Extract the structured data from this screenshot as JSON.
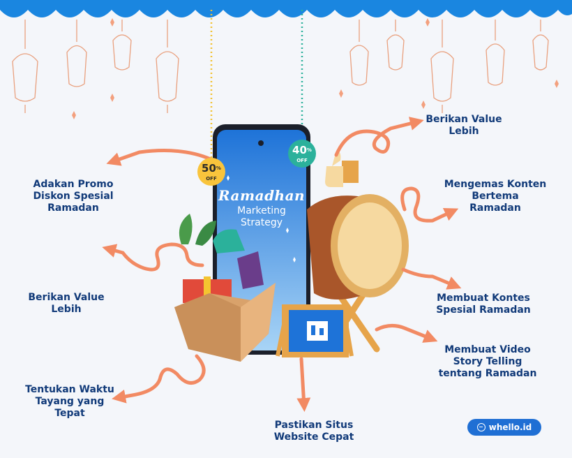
{
  "phone": {
    "title": "Ramadhan",
    "subtitle": "Marketing\nStrategy"
  },
  "badges": {
    "left_percent": "50",
    "left_sign": "%",
    "left_off": "OFF",
    "right_percent": "40",
    "right_sign": "%",
    "right_off": "OFF"
  },
  "tips": {
    "t1": "Berikan Value\nLebih",
    "t2": "Adakan Promo\nDiskon Spesial\nRamadan",
    "t3": "Mengemas Konten\nBertema\nRamadan",
    "t4": "Berikan Value\nLebih",
    "t5": "Membuat Kontes\nSpesial Ramadan",
    "t6": "Membuat Video\nStory Telling\ntentang Ramadan",
    "t7": "Tentukan Waktu\nTayang yang\nTepat",
    "t8": "Pastikan Situs\nWebsite Cepat"
  },
  "brand": {
    "icon": "globe-icon",
    "label": "whello.id"
  },
  "colors": {
    "banner": "#1a86e0",
    "arrow": "#f28a63",
    "label": "#113a79",
    "badge_yellow": "#f9c43c",
    "badge_teal": "#2bb19b"
  }
}
